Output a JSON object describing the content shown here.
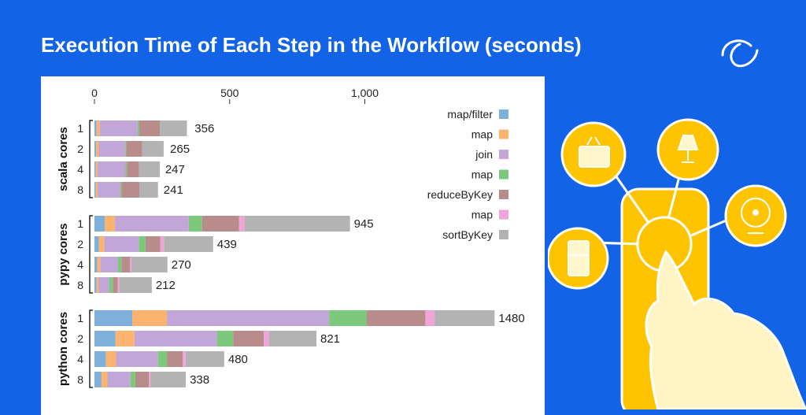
{
  "title": "Execution Time of Each Step in the Workflow (seconds)",
  "colors": {
    "background": "#1263e6",
    "panel": "#ffffff",
    "illustration_yellow": "#ffc400"
  },
  "chart_data": {
    "type": "bar",
    "orientation": "horizontal",
    "stacked": true,
    "title": "Execution Time of Each Step in the Workflow (seconds)",
    "xlim": [
      0,
      1500
    ],
    "x_ticks": [
      0,
      500,
      1000
    ],
    "x_tick_labels": [
      "0",
      "500",
      "1,000"
    ],
    "axis_position": "top",
    "grid": false,
    "legend_position": "top-right",
    "steps": [
      {
        "name": "map/filter",
        "color": "#7fb0db"
      },
      {
        "name": "map",
        "color": "#fcb36f"
      },
      {
        "name": "join",
        "color": "#c3a6d8"
      },
      {
        "name": "map",
        "color": "#7dc97c"
      },
      {
        "name": "reduceByKey",
        "color": "#b88c8a"
      },
      {
        "name": "map",
        "color": "#f0a5d9"
      },
      {
        "name": "sortByKey",
        "color": "#b3b3b3"
      }
    ],
    "groups": [
      {
        "label": "scala cores",
        "rows": [
          {
            "cores": "1",
            "total": 356,
            "values": [
              8,
              12,
              140,
              6,
              76,
              0,
              100
            ]
          },
          {
            "cores": "2",
            "total": 265,
            "values": [
              6,
              10,
              98,
              4,
              58,
              0,
              80
            ]
          },
          {
            "cores": "4",
            "total": 247,
            "values": [
              5,
              7,
              103,
              5,
              45,
              0,
              77
            ]
          },
          {
            "cores": "8",
            "total": 241,
            "values": [
              5,
              7,
              84,
              4,
              66,
              0,
              69
            ]
          }
        ]
      },
      {
        "label": "pypy cores",
        "rows": [
          {
            "cores": "1",
            "total": 945,
            "values": [
              38,
              38,
              273,
              49,
              137,
              20,
              390
            ]
          },
          {
            "cores": "2",
            "total": 439,
            "values": [
              16,
              20,
              128,
              25,
              54,
              14,
              182
            ]
          },
          {
            "cores": "4",
            "total": 270,
            "values": [
              10,
              12,
              64,
              14,
              31,
              6,
              133
            ]
          },
          {
            "cores": "8",
            "total": 212,
            "values": [
              8,
              8,
              38,
              14,
              18,
              6,
              120
            ]
          }
        ]
      },
      {
        "label": "python cores",
        "rows": [
          {
            "cores": "1",
            "total": 1480,
            "values": [
              140,
              128,
              600,
              138,
              218,
              34,
              222
            ]
          },
          {
            "cores": "2",
            "total": 821,
            "values": [
              78,
              70,
              305,
              60,
              113,
              20,
              175
            ]
          },
          {
            "cores": "4",
            "total": 480,
            "values": [
              42,
              38,
              155,
              33,
              58,
              11,
              143
            ]
          },
          {
            "cores": "8",
            "total": 338,
            "values": [
              26,
              22,
              85,
              18,
              50,
              6,
              131
            ]
          }
        ]
      }
    ]
  }
}
